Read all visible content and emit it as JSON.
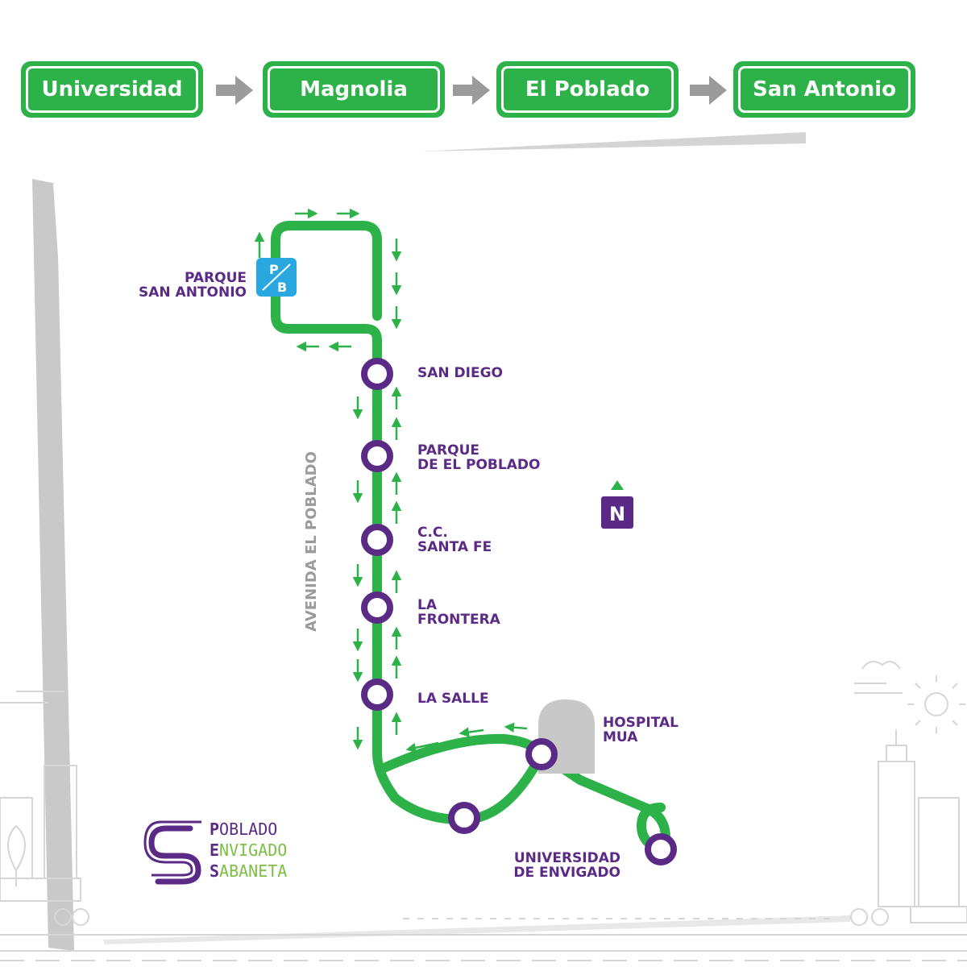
{
  "route": [
    {
      "label": "Universidad"
    },
    {
      "label": "Magnolia"
    },
    {
      "label": "El Poblado"
    },
    {
      "label": "San Antonio"
    }
  ],
  "colors": {
    "line_green": "#2db24a",
    "station_purple": "#5b2a86",
    "park_blue": "#29a8e0",
    "arrow_gray": "#9b9b9b"
  },
  "map": {
    "street_label": "AVENIDA EL POBLADO",
    "terminal": {
      "line1": "PARQUE",
      "line2": "SAN ANTONIO",
      "badge_top": "P",
      "badge_bottom": "B"
    },
    "stations": [
      {
        "line1": "SAN DIEGO",
        "line2": ""
      },
      {
        "line1": "PARQUE",
        "line2": "DE EL POBLADO"
      },
      {
        "line1": "C.C.",
        "line2": "SANTA FE"
      },
      {
        "line1": "LA",
        "line2": "FRONTERA"
      },
      {
        "line1": "LA SALLE",
        "line2": ""
      }
    ],
    "hospital": {
      "line1": "HOSPITAL",
      "line2": "MUA"
    },
    "university": {
      "line1": "UNIVERSIDAD",
      "line2": "DE ENVIGADO"
    },
    "compass": "N"
  },
  "logo": {
    "line1_initial": "P",
    "line1_rest": "OBLADO",
    "line2_initial": "E",
    "line2_rest": "NVIGADO",
    "line3_initial": "S",
    "line3_rest": "ABANETA"
  }
}
